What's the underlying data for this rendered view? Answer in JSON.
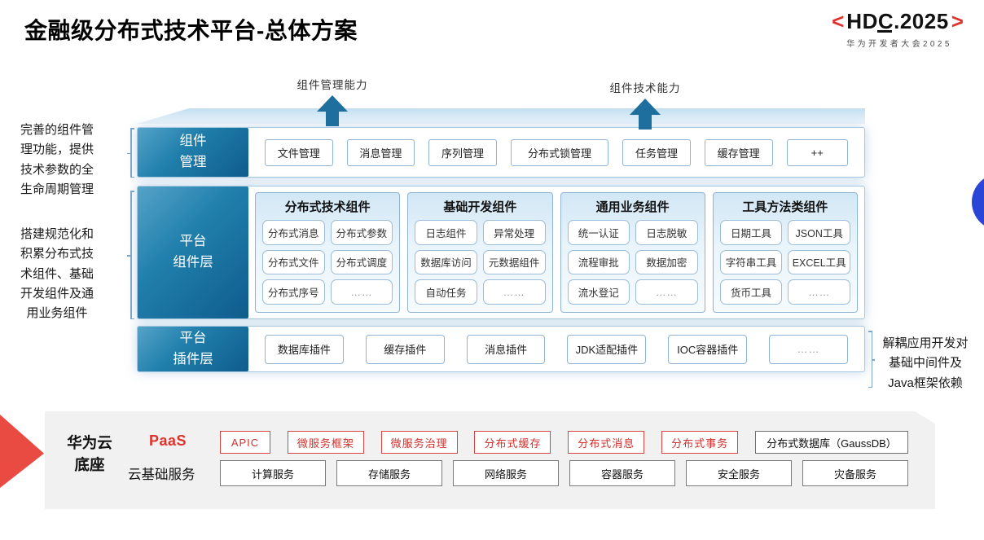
{
  "title": "金融级分布式技术平台-总体方案",
  "logo": {
    "bracket_left": "<",
    "text": "HDC.2025",
    "bracket_right": ">",
    "subtitle": "华为开发者大会2025"
  },
  "capability_arrows": [
    {
      "label": "组件管理能力"
    },
    {
      "label": "组件技术能力"
    }
  ],
  "left_notes": [
    {
      "text": "完善的组件管理功能，提供技术参数的全生命周期管理"
    },
    {
      "text": "搭建规范化和积累分布式技术组件、基础开发组件及通用业务组件"
    }
  ],
  "right_note": {
    "text": "解耦应用开发对基础中间件及Java框架依赖"
  },
  "layers": {
    "component_mgmt": {
      "label_lines": [
        "组件",
        "管理"
      ],
      "items": [
        "文件管理",
        "消息管理",
        "序列管理",
        "分布式锁管理",
        "任务管理",
        "缓存管理",
        "++"
      ]
    },
    "platform_components": {
      "label_lines": [
        "平台",
        "组件层"
      ],
      "columns": [
        {
          "header": "分布式技术组件",
          "items": [
            "分布式消息",
            "分布式参数",
            "分布式文件",
            "分布式调度",
            "分布式序号",
            "……"
          ]
        },
        {
          "header": "基础开发组件",
          "items": [
            "日志组件",
            "异常处理",
            "数据库访问",
            "元数据组件",
            "自动任务",
            "……"
          ]
        },
        {
          "header": "通用业务组件",
          "items": [
            "统一认证",
            "日志脱敏",
            "流程审批",
            "数据加密",
            "流水登记",
            "……"
          ]
        },
        {
          "header": "工具方法类组件",
          "items": [
            "日期工具",
            "JSON工具",
            "字符串工具",
            "EXCEL工具",
            "货币工具",
            "……"
          ]
        }
      ]
    },
    "platform_plugins": {
      "label_lines": [
        "平台",
        "插件层"
      ],
      "items": [
        "数据库插件",
        "缓存插件",
        "消息插件",
        "JDK适配插件",
        "IOC容器插件",
        "……"
      ]
    }
  },
  "foundation": {
    "label_lines": [
      "华为云",
      "底座"
    ],
    "paas": {
      "label": "PaaS",
      "items": [
        {
          "text": "APIC",
          "variant": "red"
        },
        {
          "text": "微服务框架",
          "variant": "red"
        },
        {
          "text": "微服务治理",
          "variant": "red"
        },
        {
          "text": "分布式缓存",
          "variant": "red"
        },
        {
          "text": "分布式消息",
          "variant": "red"
        },
        {
          "text": "分布式事务",
          "variant": "red"
        },
        {
          "text": "分布式数据库（GaussDB）",
          "variant": "dark"
        }
      ]
    },
    "iaas": {
      "label": "云基础服务",
      "items": [
        "计算服务",
        "存储服务",
        "网络服务",
        "容器服务",
        "安全服务",
        "灾备服务"
      ]
    }
  },
  "colors": {
    "huawei_red": "#e0322d",
    "teal_dark": "#0e5c8c",
    "arrow_teal": "#1e6f9d",
    "box_border_blue": "#8fb3d4",
    "foundation_gray": "#f1f1f1",
    "circle_blue": "#2a46d6"
  }
}
